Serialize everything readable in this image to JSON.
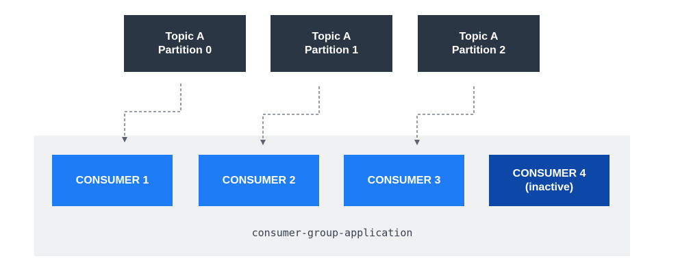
{
  "partitions": [
    {
      "line1": "Topic A",
      "line2": "Partition 0"
    },
    {
      "line1": "Topic A",
      "line2": "Partition 1"
    },
    {
      "line1": "Topic A",
      "line2": "Partition 2"
    }
  ],
  "consumers": [
    {
      "line1": "CONSUMER 1",
      "line2": "",
      "status": "active"
    },
    {
      "line1": "CONSUMER 2",
      "line2": "",
      "status": "active"
    },
    {
      "line1": "CONSUMER 3",
      "line2": "",
      "status": "active"
    },
    {
      "line1": "CONSUMER 4",
      "line2": "(inactive)",
      "status": "inactive"
    }
  ],
  "group": {
    "label": "consumer-group-application"
  },
  "colors": {
    "partition_bg": "#2b3645",
    "consumer_bg": "#1e7cf7",
    "consumer_inactive_bg": "#0d47a8",
    "group_bg": "#f0f1f3",
    "connector": "#5d6470"
  },
  "edges": [
    {
      "from": "partition-0",
      "to": "consumer-1"
    },
    {
      "from": "partition-1",
      "to": "consumer-2"
    },
    {
      "from": "partition-2",
      "to": "consumer-3"
    }
  ]
}
